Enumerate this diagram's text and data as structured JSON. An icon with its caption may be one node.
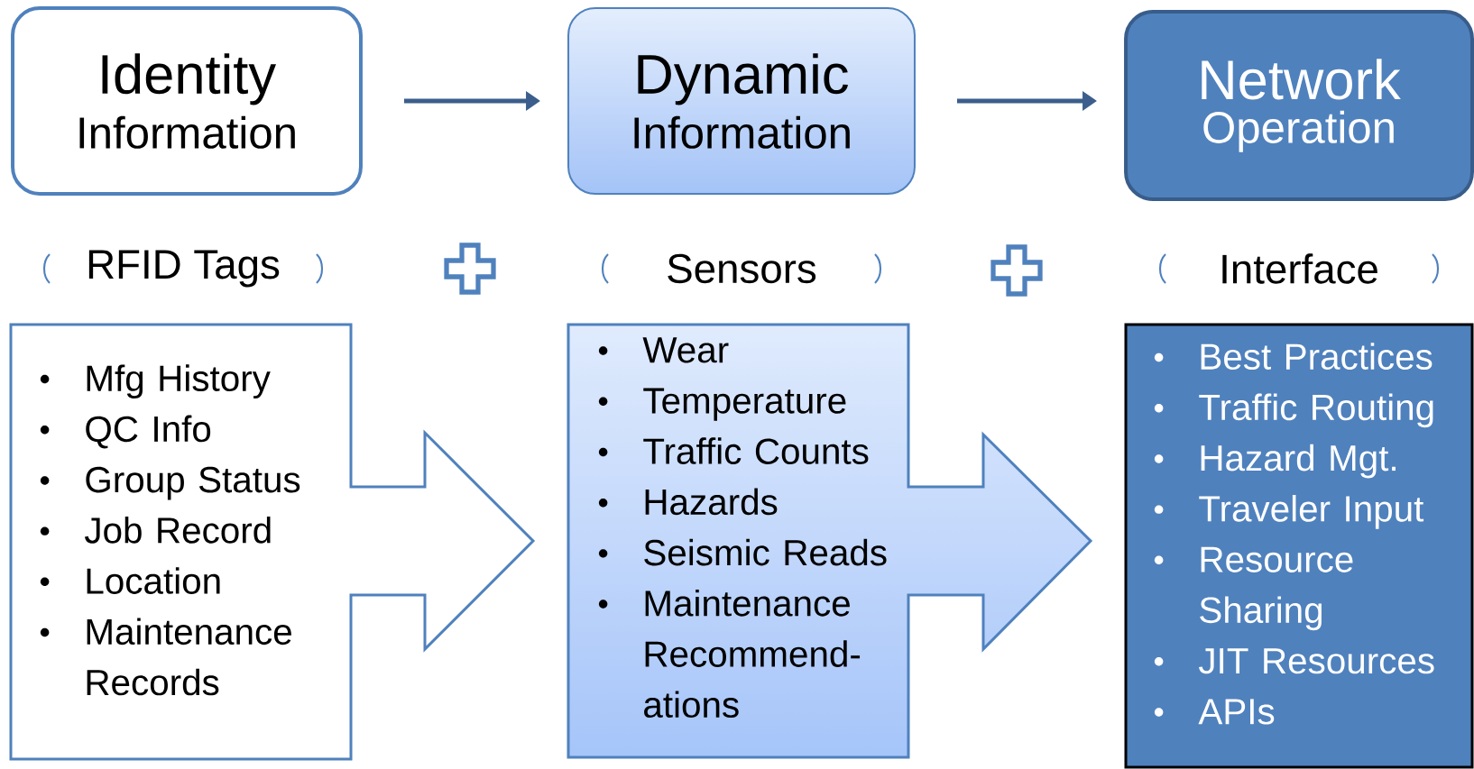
{
  "diagram": {
    "nodes": [
      {
        "text": [
          "Identity",
          "Information"
        ]
      },
      {
        "text": [
          "Dynamic",
          "Information"
        ]
      },
      {
        "text": [
          "Network",
          "Operation"
        ]
      },
      {
        "text": [
          "Mfg History",
          "QC Info",
          "Group Status",
          "Job Record",
          "Location",
          "Maintenance Records"
        ]
      },
      {
        "text": [
          "Wear",
          "Temperature",
          "Traffic Counts",
          "Hazards",
          "Seismic Reads",
          "Maintenance Recommend-ations"
        ]
      },
      {
        "text": [
          "Best Practices",
          "Traffic Routing",
          "Hazard Mgt.",
          "Traveler Input",
          "Resource Sharing",
          "JIT Resources",
          "APIs"
        ]
      }
    ],
    "edges": [
      {
        "from": 0,
        "to": 1,
        "arrow": "to"
      },
      {
        "from": 1,
        "to": 2,
        "arrow": "to"
      }
    ],
    "labels": [
      "RFID Tags",
      "Sensors",
      "Interface"
    ]
  }
}
